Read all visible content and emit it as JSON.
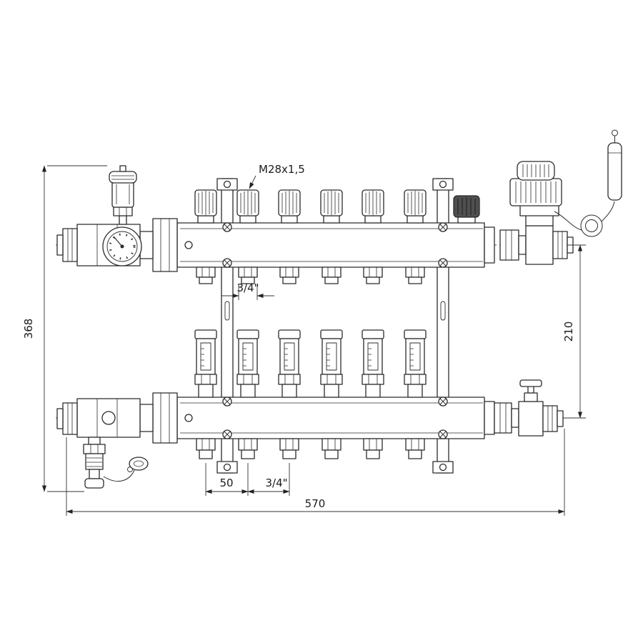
{
  "drawing": {
    "type": "technical-drawing",
    "subject": "heating-manifold-with-flow-meters",
    "line_color": "#2b2b2b",
    "dim_color": "#333333",
    "labels": {
      "thread_callout": "M28x1,5",
      "top_outlet_size": "3/4\"",
      "overall_height": "368",
      "axis_spacing": "210",
      "outlet_pitch": "50",
      "bottom_outlet_size": "3/4\"",
      "overall_width": "570"
    }
  }
}
